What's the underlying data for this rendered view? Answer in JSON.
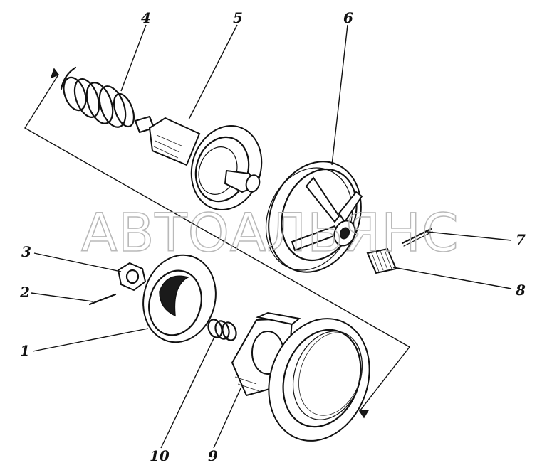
{
  "watermark": {
    "text": "АВТОАЛЬЯНС"
  },
  "callouts": [
    {
      "id": "4",
      "label": "4"
    },
    {
      "id": "5",
      "label": "5"
    },
    {
      "id": "6",
      "label": "6"
    },
    {
      "id": "7",
      "label": "7"
    },
    {
      "id": "8",
      "label": "8"
    },
    {
      "id": "3",
      "label": "3"
    },
    {
      "id": "2",
      "label": "2"
    },
    {
      "id": "1",
      "label": "1"
    },
    {
      "id": "10",
      "label": "10"
    },
    {
      "id": "9",
      "label": "9"
    }
  ],
  "colors": {
    "ink": "#111111",
    "watermark": "#b9b9b9",
    "background": "#ffffff"
  }
}
